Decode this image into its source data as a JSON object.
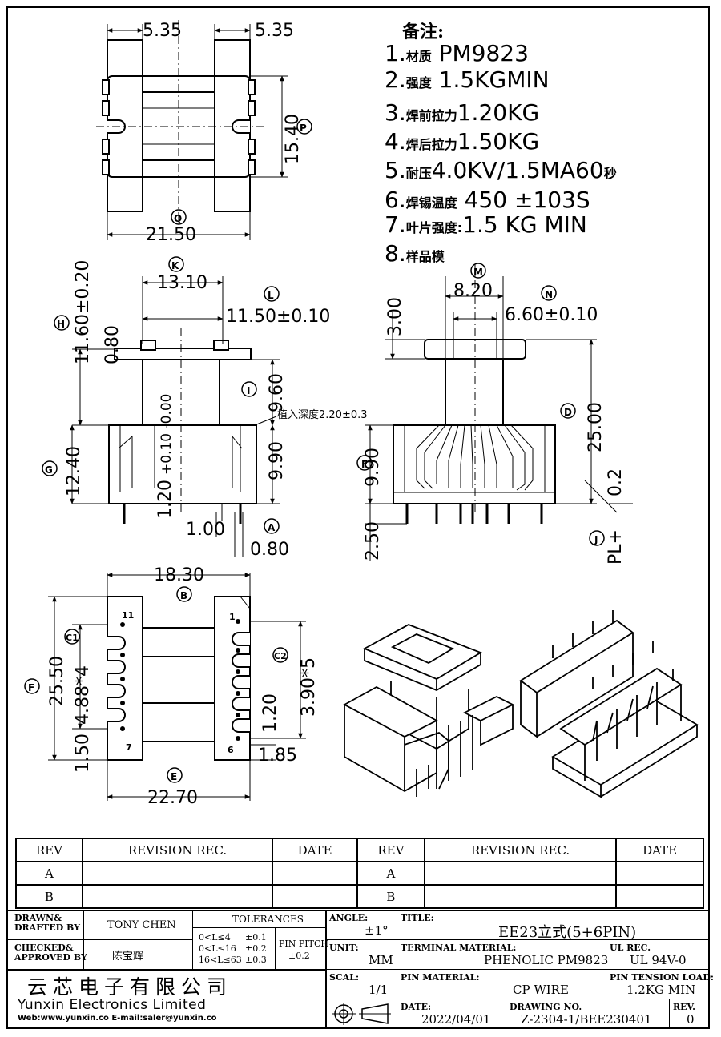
{
  "drawing": {
    "top_view": {
      "dim_left": "5.35",
      "dim_right": "5.35",
      "dim_height": "15.40",
      "dim_width": "21.50",
      "marker_p": "P",
      "marker_q": "Q"
    },
    "front_view": {
      "dim_k": "13.10",
      "dim_l": "11.50±0.10",
      "dim_h": "11.60±0.20",
      "dim_top": "0.80",
      "dim_i": "9.60",
      "dim_g": "12.40",
      "dim_offset": "1.20",
      "dim_tol": "+0.10 -0.00",
      "dim_990": "9.90",
      "dim_100": "1.00",
      "dim_080": "0.80",
      "insert_note": "植入深度2.20±0.3",
      "marker_k": "K",
      "marker_l": "L",
      "marker_h": "H",
      "marker_i": "I",
      "marker_g": "G",
      "marker_a": "A"
    },
    "side_view": {
      "dim_m": "8.20",
      "dim_n": "6.60±0.10",
      "dim_300": "3.00",
      "dim_2500": "25.00",
      "dim_990": "9.90",
      "dim_250": "2.50",
      "dim_pl": "PL+",
      "dim_02": "0.2",
      "marker_m": "M",
      "marker_n": "N",
      "marker_d": "D",
      "marker_f": "F",
      "marker_j": "J"
    },
    "bottom_view": {
      "dim_1830": "18.30",
      "dim_2550": "25.50",
      "dim_488": "4.88*4",
      "dim_390": "3.90*5",
      "dim_120": "1.20",
      "dim_150": "1.50",
      "dim_185": "1.85",
      "dim_2270": "22.70",
      "pin_11": "11",
      "pin_1": "1",
      "pin_7": "7",
      "pin_6": "6",
      "marker_b": "B",
      "marker_c1": "C1",
      "marker_c2": "C2",
      "marker_f": "F",
      "marker_e": "E"
    }
  },
  "notes": {
    "title": "备注:",
    "items": [
      {
        "num": "1.",
        "label": "材质",
        "value": " PM9823"
      },
      {
        "num": "2.",
        "label": "强度",
        "value": " 1.5KGMIN"
      },
      {
        "num": "3.",
        "label": "焊前拉力",
        "value": "1.20KG"
      },
      {
        "num": "4.",
        "label": "焊后拉力",
        "value": "1.50KG"
      },
      {
        "num": "5.",
        "label": "耐压",
        "value": "4.0KV/1.5MA60",
        "suffix": "秒"
      },
      {
        "num": "6.",
        "label": "焊锡温度",
        "value": " 450 ±103S"
      },
      {
        "num": "7.",
        "label": "叶片强度:",
        "value": "1.5 KG MIN"
      },
      {
        "num": "8.",
        "label": "样品模",
        "value": ""
      }
    ]
  },
  "revision_table": {
    "headers": [
      "REV",
      "REVISION REC.",
      "DATE",
      "REV",
      "REVISION REC.",
      "DATE"
    ],
    "rows": [
      [
        "A",
        "",
        "",
        "A",
        "",
        ""
      ],
      [
        "B",
        "",
        "",
        "B",
        "",
        ""
      ]
    ]
  },
  "title_block": {
    "drawn_label": "DRAWN&\nDRAFTED BY",
    "drawn_value": "TONY CHEN",
    "checked_label": "CHECKED&\nAPPROVED BY",
    "checked_value": "陈宝辉",
    "tolerances_label": "TOLERANCES",
    "tol_rows": [
      [
        "0<L≤4",
        "±0.1"
      ],
      [
        "0<L≤16",
        "±0.2"
      ],
      [
        "16<L≤63",
        "±0.3"
      ]
    ],
    "pin_pitch_label": "PIN PITCH",
    "pin_pitch_value": "±0.2",
    "angle_label": "ANGLE:",
    "angle_value": "±1°",
    "unit_label": "UNIT:",
    "unit_value": "MM",
    "scale_label": "SCAL:",
    "scale_value": "1/1",
    "title_label": "TITLE:",
    "title_value": "EE23立式(5+6PIN)",
    "terminal_label": "TERMINAL MATERIAL:",
    "terminal_value": "PHENOLIC PM9823",
    "ul_label": "UL REC.",
    "ul_value": "UL 94V-0",
    "pin_material_label": "PIN MATERIAL:",
    "pin_material_value": "CP WIRE",
    "pin_tension_label": "PIN TENSION LOAD:",
    "pin_tension_value": "1.2KG MIN",
    "date_label": "DATE:",
    "date_value": "2022/04/01",
    "drawing_no_label": "DRAWING NO.",
    "drawing_no_value": "Z-2304-1/BEE230401",
    "rev_label": "REV.",
    "rev_value": "0",
    "company_cn": "云芯电子有限公司",
    "company_en": "Yunxin Electronics Limited",
    "company_web": "Web:www.yunxin.co E-mail:saler@yunxin.co"
  }
}
